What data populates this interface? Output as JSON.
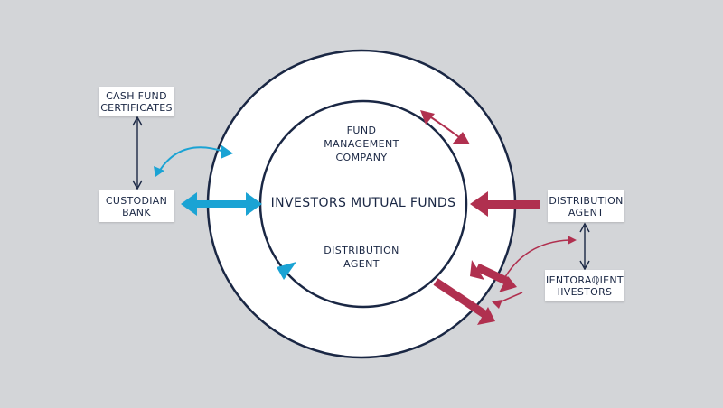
{
  "colors": {
    "background": "#d3d5d8",
    "ring": "#ffffff",
    "outline": "#1a2744",
    "blue_arrow": "#1aa3d4",
    "red_arrow": "#b0304f",
    "text": "#1a2744"
  },
  "boxes": {
    "cash_fund": {
      "line1": "CASH FUND",
      "line2": "CERTIFICATES"
    },
    "custodian": {
      "line1": "CUSTODIAN",
      "line2": "BANK"
    },
    "distribution_right": {
      "line1": "DISTRIBUTION",
      "line2": "AGENT"
    },
    "investors_right": {
      "line1": "IENTORAℚIENT",
      "line2": "IIVESTORS"
    }
  },
  "center": {
    "fund_management": {
      "line1": "FUND",
      "line2": "MANAGEMENT",
      "line3": "COMPANY"
    },
    "main_title": "INVESTORS MUTUAL FUNDS",
    "distribution_inner": {
      "line1": "DISTRIBUTION",
      "line2": "AGENT"
    }
  }
}
